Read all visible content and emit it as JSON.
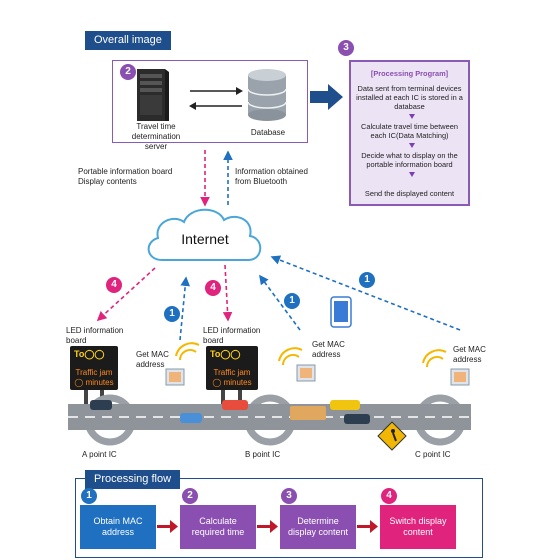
{
  "header": {
    "title": "Overall image"
  },
  "top_box": {
    "badge": "2",
    "server_label": "Travel time determination server",
    "database_label": "Database"
  },
  "processing_program": {
    "badge": "3",
    "title": "[Processing Program]",
    "step1": "Data sent from terminal devices installed at each IC is stored in a database",
    "step2": "Calculate travel time between each IC(Data Matching)",
    "step3": "Decide what to display on the portable information board",
    "step4": "Send the displayed content"
  },
  "labels": {
    "portable_board": "Portable information board Display contents",
    "bluetooth": "Information obtained from Bluetooth",
    "internet": "Internet",
    "led_board_a": "LED information board",
    "led_board_b": "LED information board",
    "get_mac_a": "Get MAC address",
    "get_mac_b": "Get MAC address",
    "get_mac_c": "Get MAC address",
    "point_a": "A point IC",
    "point_b": "B point IC",
    "point_c": "C point IC"
  },
  "badges": {
    "one": "1",
    "four": "4"
  },
  "sign": {
    "to": "To◯◯",
    "line1": "Traffic jam",
    "line2": "◯ minutes"
  },
  "processing_flow": {
    "title": "Processing flow",
    "steps": [
      {
        "num": "1",
        "label": "Obtain MAC address"
      },
      {
        "num": "2",
        "label": "Calculate required time"
      },
      {
        "num": "3",
        "label": "Determine display content"
      },
      {
        "num": "4",
        "label": "Switch display content"
      }
    ]
  },
  "colors": {
    "blue": "#1f70c1",
    "purple": "#8a4fb0",
    "pink": "#e0237d",
    "navy": "#1f4e8c"
  }
}
